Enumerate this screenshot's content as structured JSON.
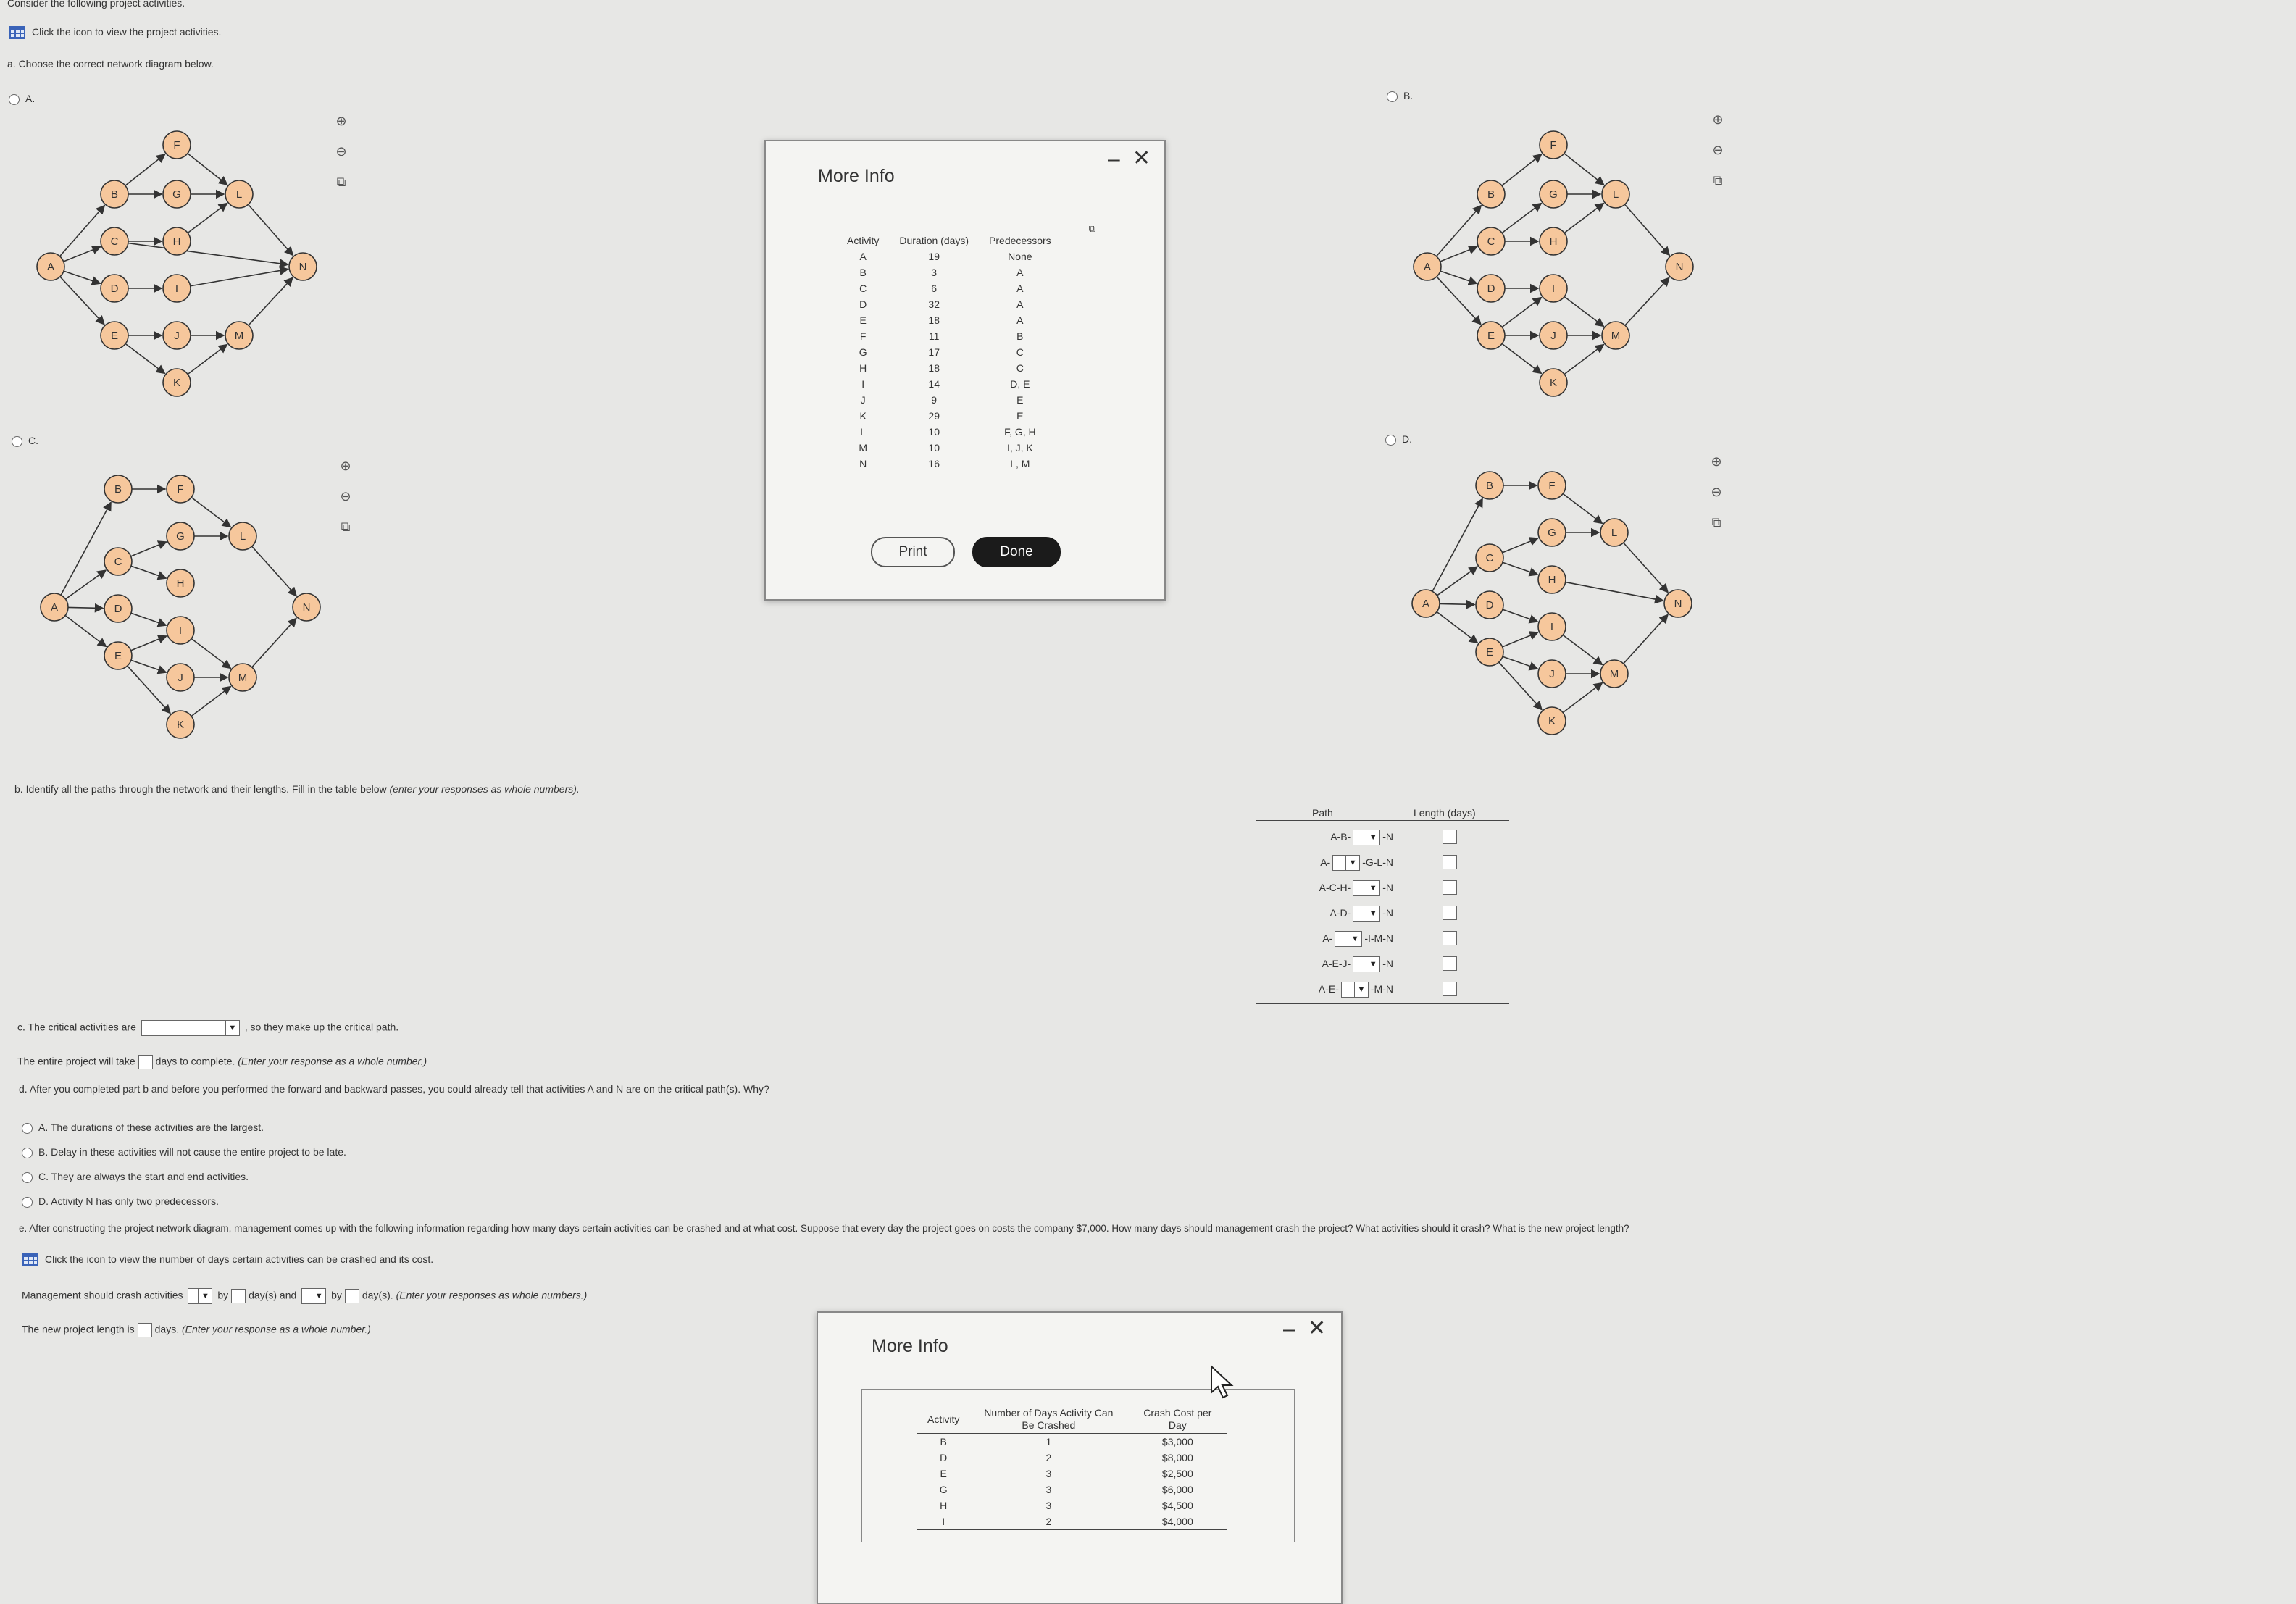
{
  "header": {
    "intro": "Consider the following project activities.",
    "view_activities": "Click the icon to view the project activities.",
    "part_a": "a. Choose the correct network diagram below."
  },
  "options_a": [
    {
      "label": "A."
    },
    {
      "label": "B."
    },
    {
      "label": "C."
    },
    {
      "label": "D."
    }
  ],
  "node_labels": {
    "A": "A",
    "B": "B",
    "C": "C",
    "D": "D",
    "E": "E",
    "F": "F",
    "G": "G",
    "H": "H",
    "I": "I",
    "J": "J",
    "K": "K",
    "L": "L",
    "M": "M",
    "N": "N"
  },
  "colors": {
    "node_fill": "#f6c79c",
    "node_stroke": "#333333",
    "background": "#e7e7e5",
    "done_button": "#1b1b1b"
  },
  "modal1": {
    "title": "More Info",
    "headers": [
      "Activity",
      "Duration (days)",
      "Predecessors"
    ],
    "rows": [
      [
        "A",
        "19",
        "None"
      ],
      [
        "B",
        "3",
        "A"
      ],
      [
        "C",
        "6",
        "A"
      ],
      [
        "D",
        "32",
        "A"
      ],
      [
        "E",
        "18",
        "A"
      ],
      [
        "F",
        "11",
        "B"
      ],
      [
        "G",
        "17",
        "C"
      ],
      [
        "H",
        "18",
        "C"
      ],
      [
        "I",
        "14",
        "D, E"
      ],
      [
        "J",
        "9",
        "E"
      ],
      [
        "K",
        "29",
        "E"
      ],
      [
        "L",
        "10",
        "F, G, H"
      ],
      [
        "M",
        "10",
        "I, J, K"
      ],
      [
        "N",
        "16",
        "L, M"
      ]
    ],
    "print_label": "Print",
    "done_label": "Done"
  },
  "part_b": {
    "prompt": "b. Identify all the paths through the network and their lengths. Fill in the table below",
    "prompt_note": "(enter your responses as whole numbers).",
    "col_path": "Path",
    "col_length": "Length (days)",
    "rows": [
      {
        "pre": "A-B-",
        "post": "-N"
      },
      {
        "pre": "A-",
        "post": "-G-L-N"
      },
      {
        "pre": "A-C-H-",
        "post": "-N"
      },
      {
        "pre": "A-D-",
        "post": "-N"
      },
      {
        "pre": "A-",
        "post": "-I-M-N"
      },
      {
        "pre": "A-E-J-",
        "post": "-N"
      },
      {
        "pre": "A-E-",
        "post": "-M-N"
      }
    ]
  },
  "part_c": {
    "prefix": "c. The critical activities are",
    "suffix": ", so they make up the critical path.",
    "total_prefix": "The entire project will take",
    "total_suffix": "days to complete.",
    "total_note": "(Enter your response as a whole number.)"
  },
  "part_d": {
    "question": "d. After you completed part b and before you performed the forward and backward passes, you could already tell that activities A and N are on the critical path(s). Why?",
    "options": [
      "A.  The durations of these activities are the largest.",
      "B.  Delay in these activities will not cause the entire project to be late.",
      "C.  They are always the start and end activities.",
      "D.  Activity N has only two predecessors."
    ]
  },
  "part_e": {
    "question": "e. After constructing the project network diagram, management comes up with the following information regarding how many days certain activities can be crashed and at what cost. Suppose that every day the project goes on costs the company $7,000. How many days should management crash the project? What activities should it crash? What is the new project length?",
    "view_crash": "Click the icon to view the number of days certain activities can be crashed and its cost.",
    "crash_prefix": "Management should crash activities",
    "by": "by",
    "days_and": "day(s) and",
    "days_end": "day(s).",
    "crash_note": "(Enter your responses as whole numbers.)",
    "length_prefix": "The new project length is",
    "length_suffix": "days.",
    "length_note": "(Enter your response as a whole number.)"
  },
  "modal2": {
    "title": "More Info",
    "headers": [
      "Activity",
      "Number of Days Activity Can Be Crashed",
      "Crash Cost per Day"
    ],
    "rows": [
      [
        "B",
        "1",
        "$3,000"
      ],
      [
        "D",
        "2",
        "$8,000"
      ],
      [
        "E",
        "3",
        "$2,500"
      ],
      [
        "G",
        "3",
        "$6,000"
      ],
      [
        "H",
        "3",
        "$4,500"
      ],
      [
        "I",
        "2",
        "$4,000"
      ]
    ]
  }
}
